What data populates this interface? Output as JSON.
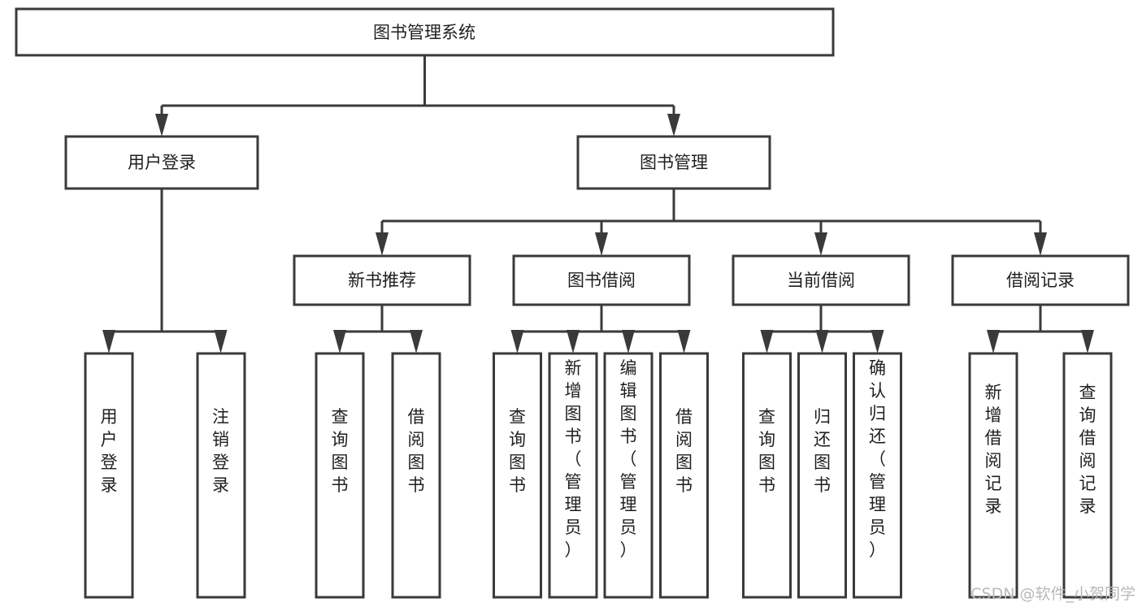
{
  "diagram": {
    "type": "tree",
    "title": "图书管理系统",
    "orientation": "top-down",
    "colors": {
      "box_stroke": "#3a3a3a",
      "box_fill": "#ffffff",
      "connector": "#3a3a3a",
      "text": "#1f1f1f",
      "watermark": "#b8b8b8",
      "background": "#ffffff"
    },
    "root": {
      "label": "图书管理系统"
    },
    "level2": [
      {
        "label": "用户登录"
      },
      {
        "label": "图书管理"
      }
    ],
    "level3": [
      {
        "label": "新书推荐"
      },
      {
        "label": "图书借阅"
      },
      {
        "label": "当前借阅"
      },
      {
        "label": "借阅记录"
      }
    ],
    "leaves": {
      "user_login": [
        {
          "label": "用户登录",
          "chars": [
            "用",
            "户",
            "登",
            "录"
          ]
        },
        {
          "label": "注销登录",
          "chars": [
            "注",
            "销",
            "登",
            "录"
          ]
        }
      ],
      "new_book_recommend": [
        {
          "label": "查询图书",
          "chars": [
            "查",
            "询",
            "图",
            "书"
          ]
        },
        {
          "label": "借阅图书",
          "chars": [
            "借",
            "阅",
            "图",
            "书"
          ]
        }
      ],
      "book_borrow": [
        {
          "label": "查询图书",
          "chars": [
            "查",
            "询",
            "图",
            "书"
          ]
        },
        {
          "label": "新增图书（管理员）",
          "chars": [
            "新",
            "增",
            "图",
            "书",
            "（",
            "管",
            "理",
            "员",
            "）"
          ]
        },
        {
          "label": "编辑图书（管理员）",
          "chars": [
            "编",
            "辑",
            "图",
            "书",
            "（",
            "管",
            "理",
            "员",
            "）"
          ]
        },
        {
          "label": "借阅图书",
          "chars": [
            "借",
            "阅",
            "图",
            "书"
          ]
        }
      ],
      "current_borrow": [
        {
          "label": "查询图书",
          "chars": [
            "查",
            "询",
            "图",
            "书"
          ]
        },
        {
          "label": "归还图书",
          "chars": [
            "归",
            "还",
            "图",
            "书"
          ]
        },
        {
          "label": "确认归还（管理员）",
          "chars": [
            "确",
            "认",
            "归",
            "还",
            "（",
            "管",
            "理",
            "员",
            "）"
          ]
        }
      ],
      "borrow_record": [
        {
          "label": "新增借阅记录",
          "chars": [
            "新",
            "增",
            "借",
            "阅",
            "记",
            "录"
          ]
        },
        {
          "label": "查询借阅记录",
          "chars": [
            "查",
            "询",
            "借",
            "阅",
            "记",
            "录"
          ]
        }
      ]
    }
  },
  "watermark": {
    "text": "CSDN @软件_小贺同学"
  }
}
